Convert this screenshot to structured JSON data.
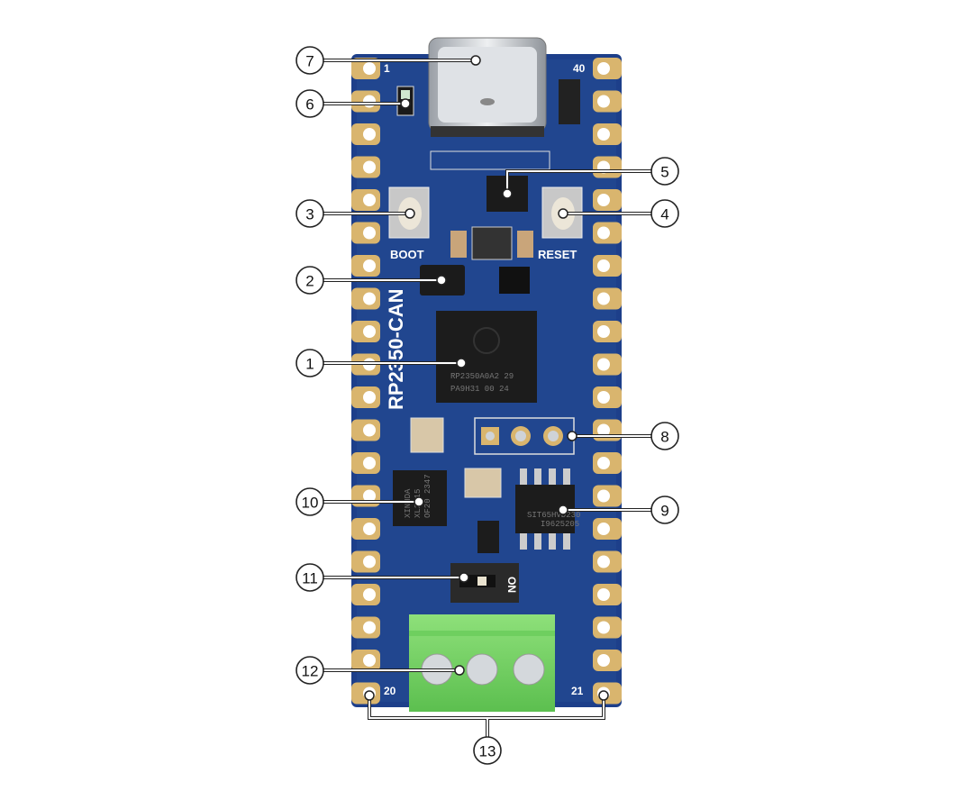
{
  "board": {
    "name": "RP2350-CAN",
    "silkscreen": {
      "boot": "BOOT",
      "reset": "RESET",
      "pin_1": "1",
      "pin_40": "40",
      "pin_20": "20",
      "pin_21": "21",
      "switch_on": "ON"
    },
    "chips": {
      "mcu_line1": "RP2350A0A2 29",
      "mcu_line2": "PA9H31 00 24",
      "can_ctrl_line1": "XINHDA",
      "can_ctrl_line2": "XL2515",
      "can_ctrl_line3": "OF20 2347",
      "transceiver_line1": "SIT65HVD230",
      "transceiver_line2": "I9625205"
    }
  },
  "callouts": [
    "1",
    "2",
    "3",
    "4",
    "5",
    "6",
    "7",
    "8",
    "9",
    "10",
    "11",
    "12",
    "13"
  ],
  "colors": {
    "pcb": "#1d3f8a",
    "pad": "#d9b56e",
    "terminal": "#7cd36a"
  }
}
